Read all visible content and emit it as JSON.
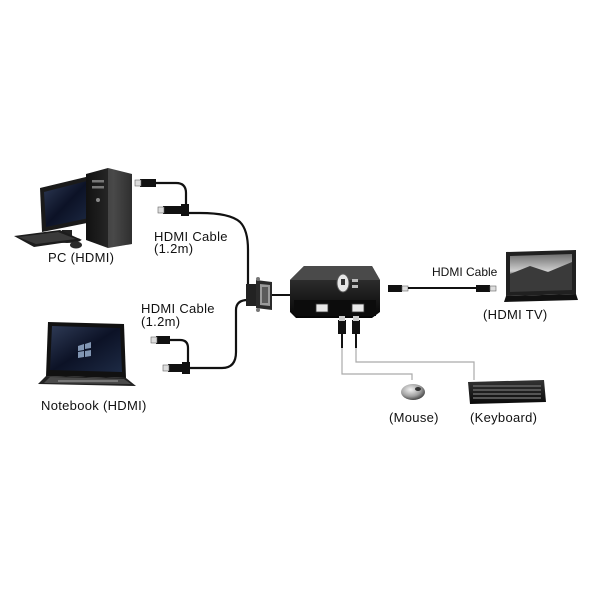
{
  "labels": {
    "pc": "PC (HDMI)",
    "notebook": "Notebook (HDMI)",
    "cable_pc_line1": "HDMI Cable",
    "cable_pc_line2": "(1.2m)",
    "cable_nb_line1": "HDMI Cable",
    "cable_nb_line2": "(1.2m)",
    "cable_tv": "HDMI Cable",
    "tv": "(HDMI TV)",
    "mouse": "(Mouse)",
    "keyboard": "(Keyboard)"
  }
}
